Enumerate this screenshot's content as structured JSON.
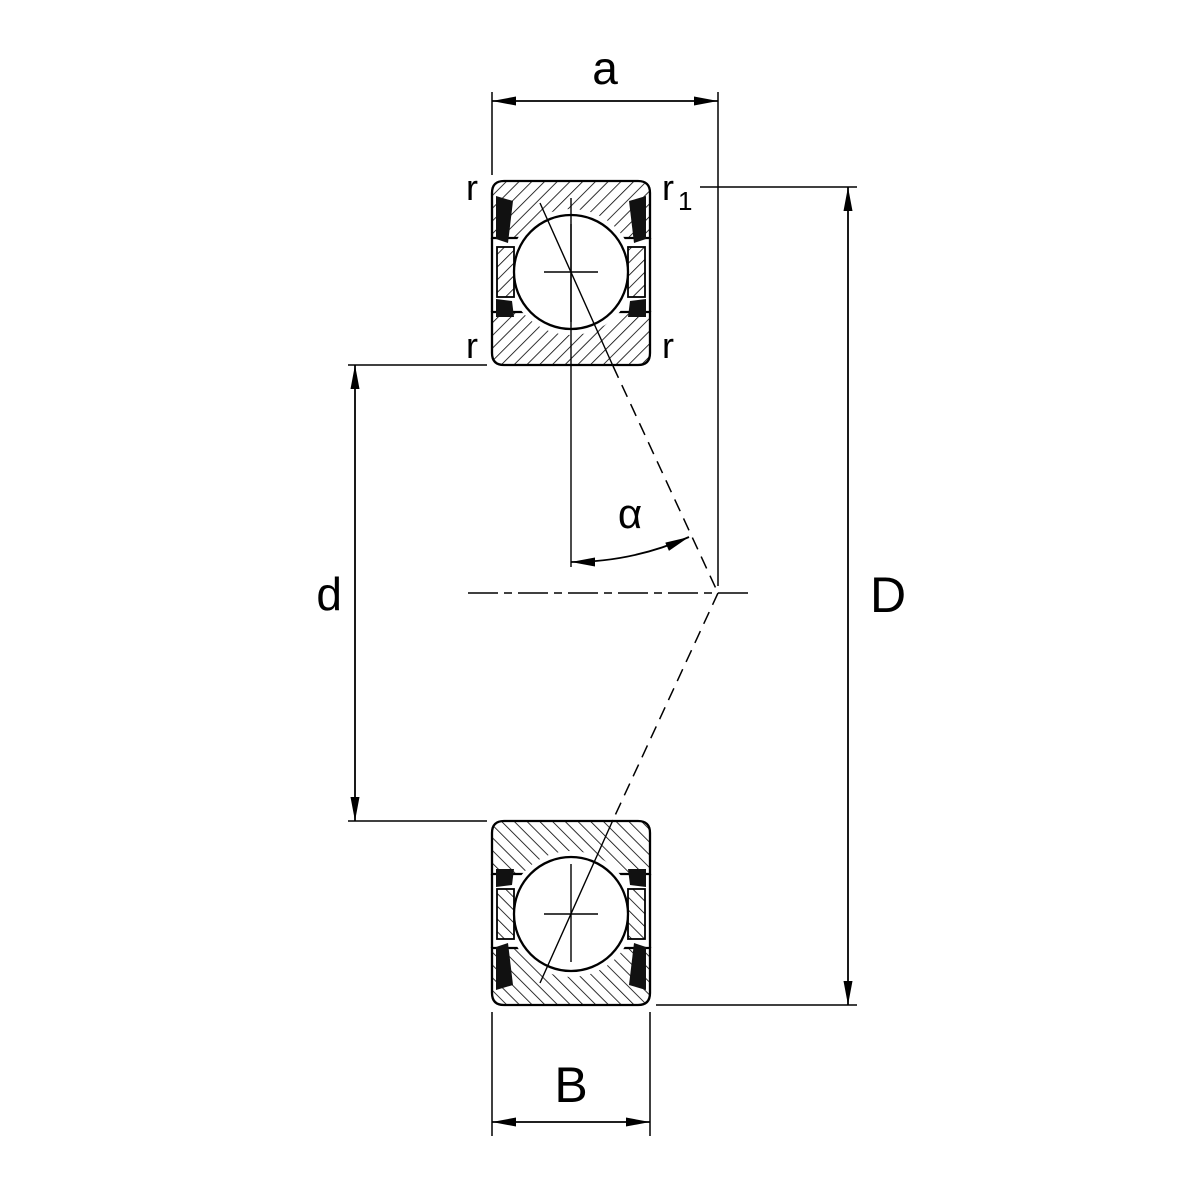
{
  "diagram": {
    "type": "technical-drawing",
    "subject": "angular contact ball bearing cross-section with dimension symbols",
    "colors": {
      "line": "#000000",
      "background": "#ffffff",
      "seal": "#111111"
    },
    "labels": {
      "dim_a": "a",
      "r_top_left": "r",
      "r_top_right": "r",
      "r_top_right_sub": "1",
      "r_mid_left": "r",
      "r_mid_right": "r",
      "angle_alpha": "α",
      "dim_d": "d",
      "dim_D": "D",
      "dim_B": "B"
    }
  }
}
